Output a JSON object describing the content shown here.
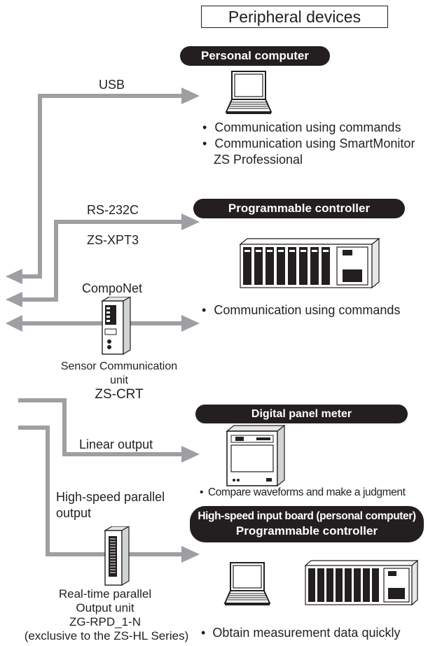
{
  "title": "Peripheral devices",
  "personal_computer": {
    "heading": "Personal computer",
    "link_label": "USB",
    "bullets": [
      "Communication using commands",
      "Communication using SmartMonitor",
      "ZS Professional"
    ]
  },
  "programmable_controller": {
    "heading": "Programmable controller",
    "link_label": "RS-232C",
    "cable_label": "ZS-XPT3"
  },
  "comm_unit": {
    "bus_label": "CompoNet",
    "bullet": "Communication using commands",
    "caption_line1": "Sensor Communication",
    "caption_line2": "unit",
    "caption_line3": "ZS-CRT"
  },
  "digital_panel_meter": {
    "heading": "Digital panel meter",
    "link_label": "Linear output",
    "bullet": "Compare waveforms and make a judgment"
  },
  "high_speed": {
    "heading_line1": "High-speed input board (personal computer)",
    "heading_line2": "Programmable controller",
    "link_label_line1": "High-speed parallel",
    "link_label_line2": "output",
    "caption_line1": "Real-time parallel",
    "caption_line2": "Output unit",
    "caption_line3": "ZG-RPD_1-N",
    "caption_line4": "(exclusive to the ZS-HL Series)",
    "bullet": "Obtain measurement data quickly"
  },
  "bullet_char": "•",
  "colors": {
    "arrow": "#9d9fa2",
    "ink": "#231f20",
    "pill": "#231f20"
  }
}
